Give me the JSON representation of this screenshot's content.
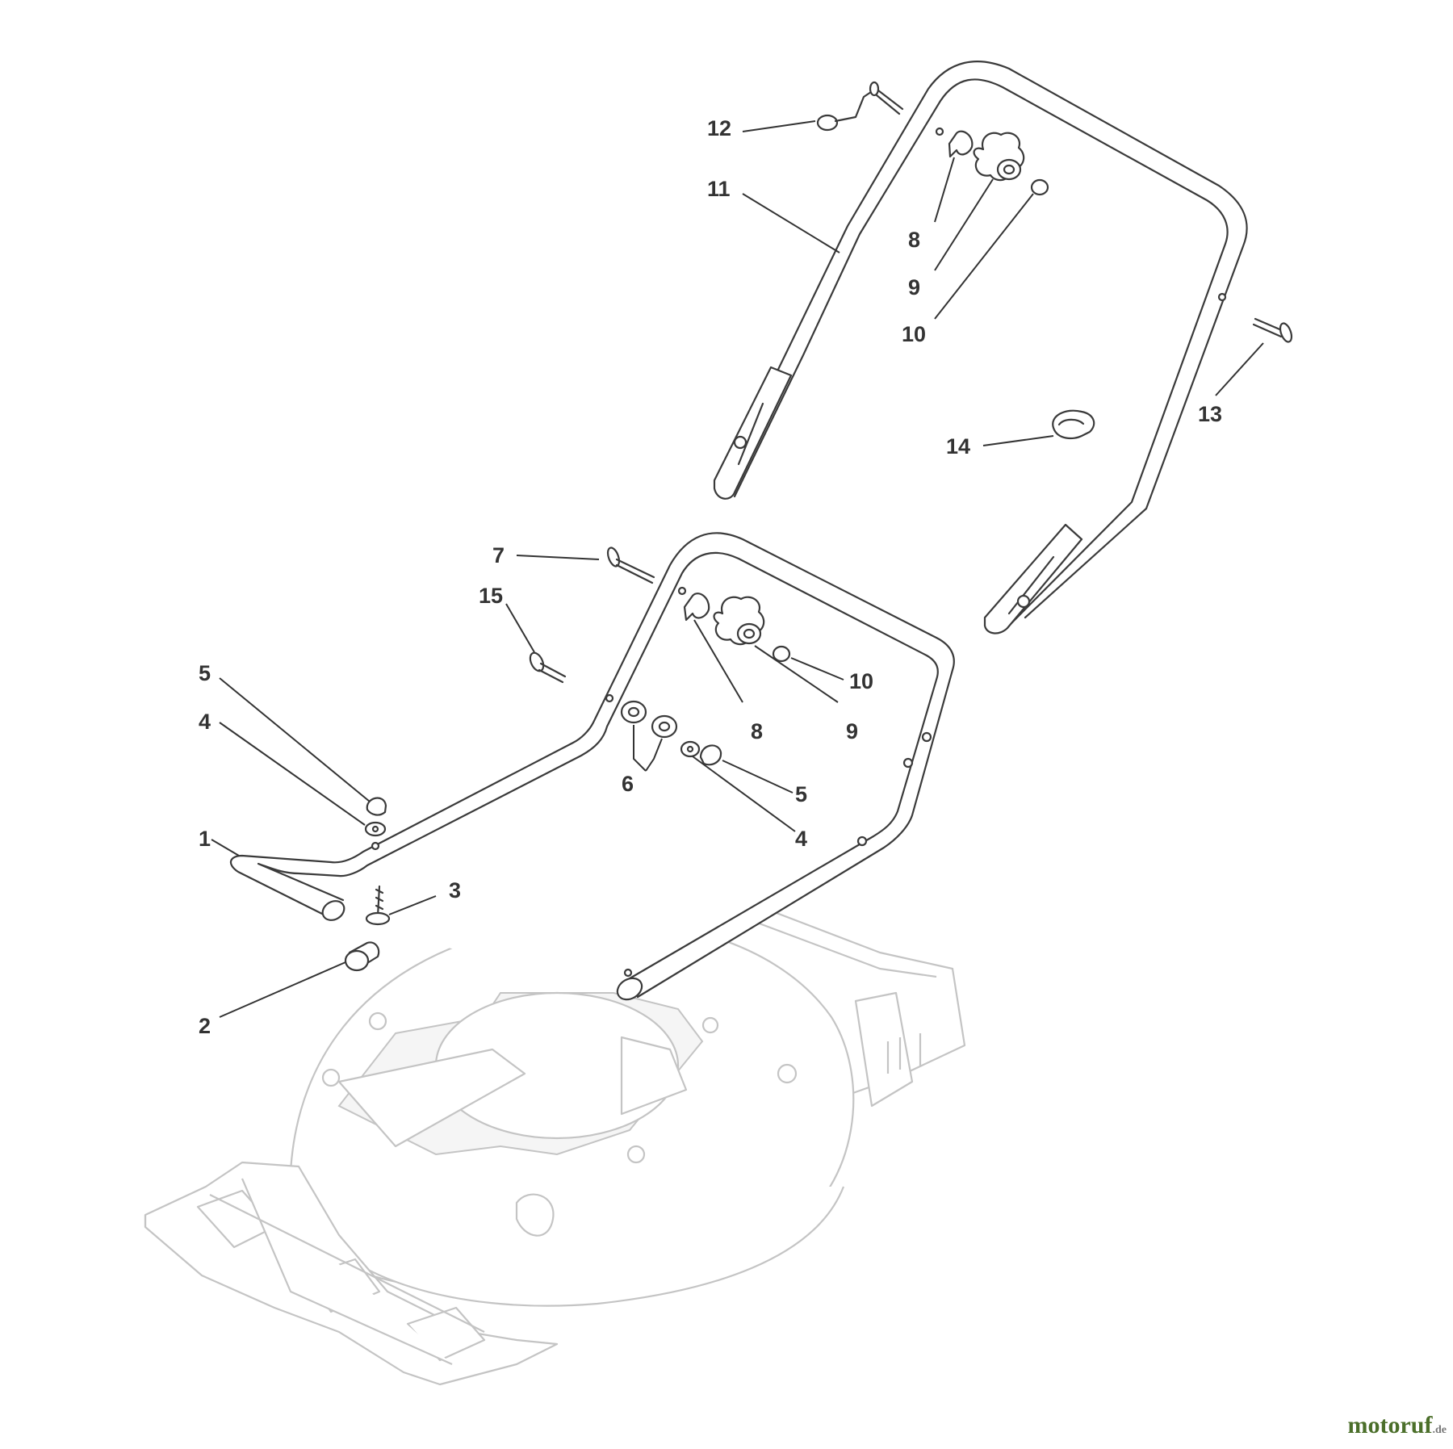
{
  "labels": {
    "l1": "1",
    "l2": "2",
    "l3": "3",
    "l4a": "4",
    "l4b": "4",
    "l5a": "5",
    "l5b": "5",
    "l6": "6",
    "l7": "7",
    "l8a": "8",
    "l8b": "8",
    "l9a": "9",
    "l9b": "9",
    "l10a": "10",
    "l10b": "10",
    "l11": "11",
    "l12": "12",
    "l13": "13",
    "l14": "14",
    "l15": "15"
  },
  "watermark": {
    "name": "motoruf",
    "tld": ".de"
  },
  "colors": {
    "lines": "#333333",
    "deck": "#c4c4c4",
    "watermark": "#4b6f2a"
  }
}
